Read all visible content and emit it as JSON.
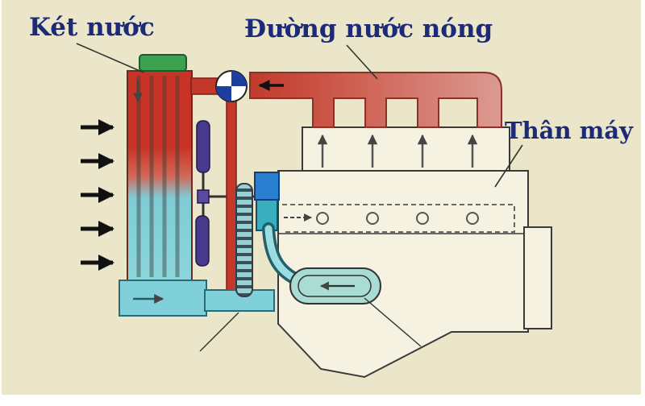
{
  "diagram": {
    "title": "Engine cooling system schematic",
    "labels": {
      "radiator": "Két nước",
      "hot_water_line": "Đường nước nóng",
      "engine_block": "Thân máy"
    },
    "components": [
      "radiator",
      "radiator-cap",
      "air-flow-arrows",
      "thermostat-pinwheel",
      "hot-water-manifold",
      "cylinder-head",
      "engine-block",
      "fan-blades",
      "water-pump",
      "bellows-hose",
      "coolant-return-pipe",
      "oil-cooler",
      "oil-pan"
    ],
    "colors": {
      "background": "#ebe6c9",
      "label_text": "#1d2a78",
      "hot_red": "#c43a2c",
      "warm_pink": "#dc9a92",
      "coolant_cyan": "#7fd0d8",
      "cap_green": "#3ba24f",
      "fan_purple": "#47398c",
      "pump_blue": "#2b7fd0",
      "outline": "#3a3a3a"
    }
  }
}
